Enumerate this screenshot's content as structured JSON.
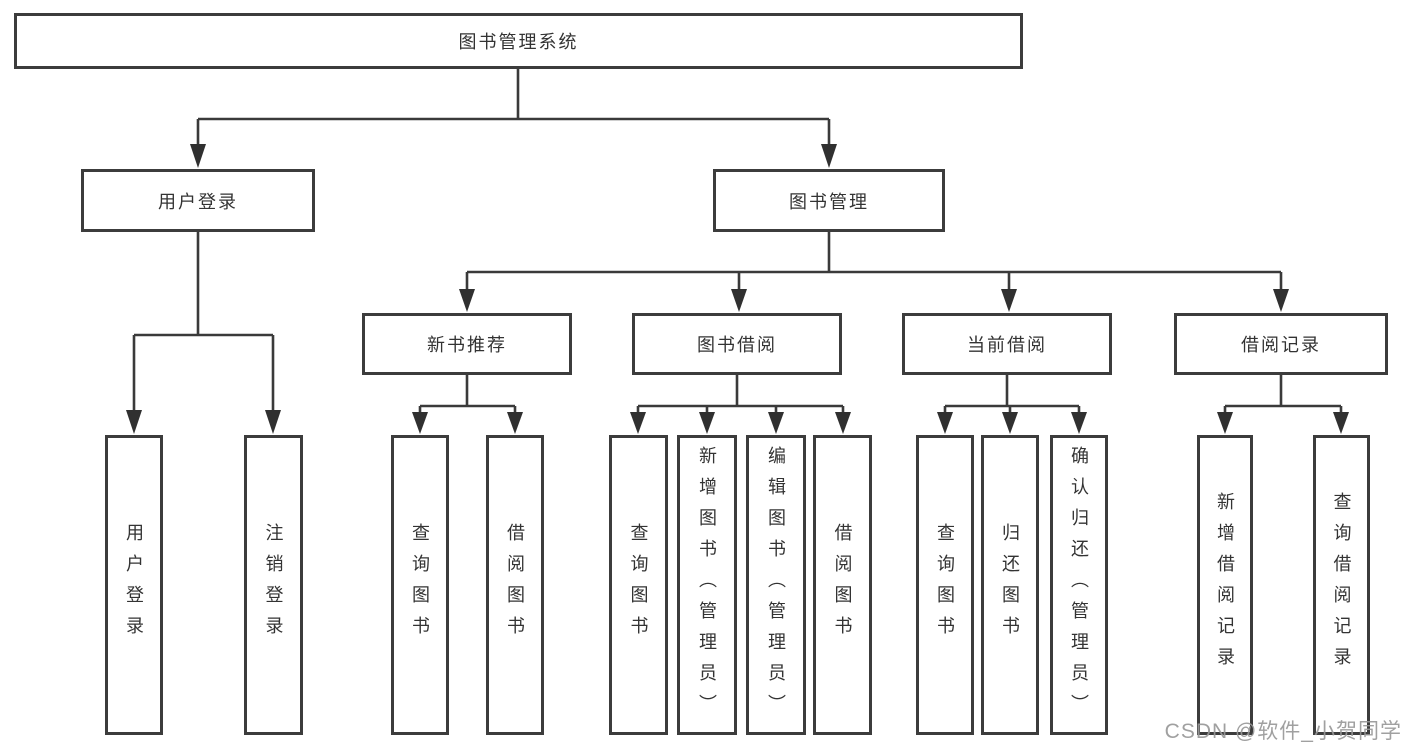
{
  "diagram": {
    "title": "图书管理系统",
    "nodes": {
      "root": "图书管理系统",
      "user_login": "用户登录",
      "book_mgmt": "图书管理",
      "new_books": "新书推荐",
      "book_borrow": "图书借阅",
      "current_borrow": "当前借阅",
      "borrow_records": "借阅记录"
    },
    "leaves": {
      "user": [
        "用户登录",
        "注销登录"
      ],
      "new_books": [
        "查询图书",
        "借阅图书"
      ],
      "book_borrow": [
        "查询图书",
        "新增图书（管理员）",
        "编辑图书（管理员）",
        "借阅图书"
      ],
      "current_borrow": [
        "查询图书",
        "归还图书",
        "确认归还（管理员）"
      ],
      "borrow_records": [
        "新增借阅记录",
        "查询借阅记录"
      ]
    }
  },
  "watermark": "CSDN @软件_小贺同学",
  "colors": {
    "line": "#3a3a3a",
    "arrow_fill": "#303030",
    "box_border": "#3c3c3c",
    "text": "#333333",
    "watermark": "#989898",
    "background": "#ffffff"
  }
}
